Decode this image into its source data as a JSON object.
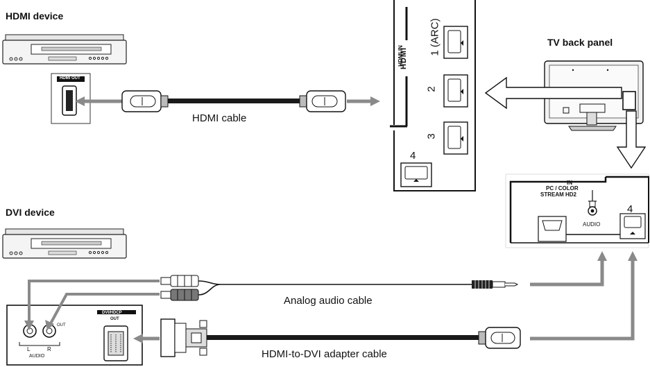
{
  "labels": {
    "hdmi_device": "HDMI device",
    "dvi_device": "DVI device",
    "tv_back_panel": "TV back panel",
    "hdmi_cable": "HDMI cable",
    "analog_audio_cable": "Analog audio cable",
    "adapter_cable": "HDMI-to-DVI adapter cable",
    "hdmi_out": "HDMI OUT",
    "hdmi_in": "HDMI IN",
    "hdmi_logo": "HDMI",
    "port_1": "1 (ARC)",
    "port_2": "2",
    "port_3": "3",
    "port_4": "4",
    "in_label": "IN",
    "pc_color_line1": "PC / COLOR",
    "pc_color_line2": "STREAM HD2",
    "audio_label": "AUDIO",
    "audio_l": "L",
    "audio_r": "R",
    "audio_out": "OUT",
    "dvi_hdcp_line1": "DVI/HDCP",
    "dvi_hdcp_line2": "OUT"
  },
  "colors": {
    "arrow_gray": "#8a8a8a",
    "cable_black": "#1a1a1a",
    "line": "#222222"
  }
}
